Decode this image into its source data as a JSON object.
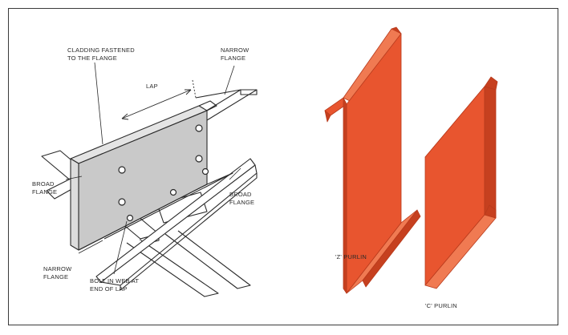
{
  "labels": {
    "cladding_line1": "CLADDING FASTENED",
    "cladding_line2": "TO THE FLANGE",
    "narrow_top_line1": "NARROW",
    "narrow_top_line2": "FLANGE",
    "lap": "LAP",
    "broad_left_line1": "BROAD",
    "broad_left_line2": "FLANGE",
    "broad_right_line1": "BROAD",
    "broad_right_line2": "FLANGE",
    "narrow_bottom_line1": "NARROW",
    "narrow_bottom_line2": "FLANGE",
    "bolt_line1": "BOLT IN WEB AT",
    "bolt_line2": "END OF LAP",
    "z_purlin": "'Z' PURLIN",
    "c_purlin": "'C' PURLIN"
  },
  "colors": {
    "border": "#3a3a3a",
    "line": "#2a2a2a",
    "web_fill": "#c9c9c9",
    "purlin_main": "#e8552f",
    "purlin_light": "#f07a52",
    "purlin_dark": "#c6401f"
  }
}
